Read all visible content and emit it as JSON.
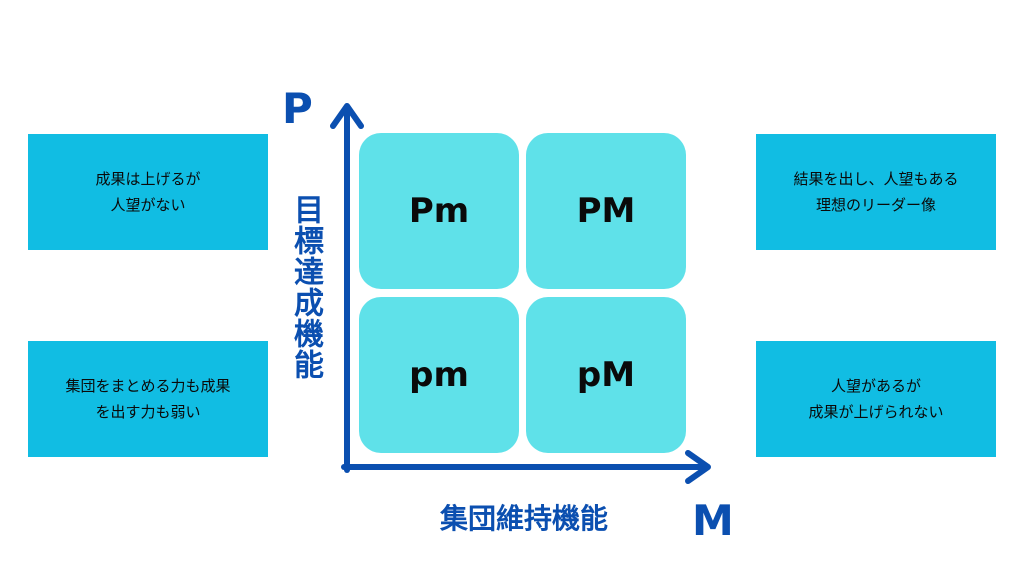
{
  "colors": {
    "axis": "#0b4fb0",
    "cell_fill": "#5fe1e9",
    "description_fill": "#11bde3",
    "text": "#0a0a0a"
  },
  "axes": {
    "y_letter": "P",
    "y_title": "目標達成機能",
    "x_letter": "M",
    "x_title": "集団維持機能"
  },
  "quadrants": {
    "top_left": "Pm",
    "top_right": "PM",
    "bottom_left": "pm",
    "bottom_right": "pM"
  },
  "descriptions": {
    "top_left": {
      "line1": "成果は上げるが",
      "line2": "人望がない"
    },
    "bottom_left": {
      "line1": "集団をまとめる力も成果",
      "line2": "を出す力も弱い"
    },
    "top_right": {
      "line1": "結果を出し、人望もある",
      "line2": "理想のリーダー像"
    },
    "bottom_right": {
      "line1": "人望があるが",
      "line2": "成果が上げられない"
    }
  }
}
